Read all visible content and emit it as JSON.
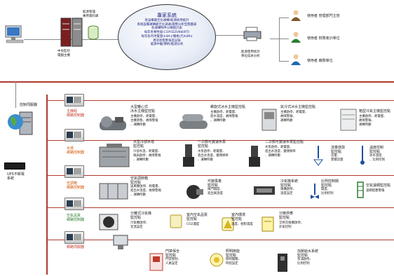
{
  "expert_system": {
    "title": "專家系統",
    "lines": [
      "各設備最佳化運轉/能源耗用統計",
      "系統設備運轉最佳化調運/趨勢分析型態圖表",
      "各運轉物件分類統計表",
      "每年各類性能(COP/EER/KW/RT)",
      "每年各月用電量(kWh)/價格(元/kWh)",
      "異常狀態警報及記錄",
      "能源中截/節約/能源分析"
    ]
  },
  "top": {
    "central_host": "中央監控\n電腦主機",
    "db_label": "能源管理\n專用資料庫",
    "energy_analysis": "能源使用統計\n單位成本分析",
    "users": [
      {
        "label": "使用者 管理部門主管",
        "color": "#7d5a2b"
      },
      {
        "label": "使用者 財務會計單位",
        "color": "#2e7d32"
      },
      {
        "label": "使用者 廠務單位",
        "color": "#1e6ab0"
      }
    ]
  },
  "left": {
    "control_server": "控制伺服器",
    "ups": "UPS不斷電\n系統"
  },
  "rows": [
    {
      "controller": "主機組\n網路控制器",
      "color": "red",
      "items": [
        {
          "title": "大型離心式\n冰水主機監控點",
          "desc": "主機啟停、耗電量、\n主機狀態、故障警報\n、運轉時數"
        },
        {
          "title": "螺旋式冰水主機監控點",
          "desc": "主機啟停、耗電量、\n進水溫度、故障警報\n、運轉時數"
        },
        {
          "title": "氣冷式冰水主機監控點",
          "desc": "主機啟停、耗電量、\n故障警報、\n運轉時數"
        },
        {
          "title": "箱型冷氣主機監控點",
          "desc": "主機啟停、耗電量、\n故障警報、\n運轉時數"
        }
      ]
    },
    {
      "controller": "水塔\n網路控制器",
      "color": "org",
      "items": [
        {
          "title": "大型冷卻水塔\n監控點",
          "desc": "冷卻水溫、耗電量、\n風扇啟停、故障警報\n、運轉時數"
        },
        {
          "title": "一次側可變速水泵\n監控點",
          "desc": "水泵啟停、耗電量、\n進出水溫度、變頻頻率\n、運轉時數"
        },
        {
          "title": "二次側可變速水泵監控點",
          "desc": "水泵啟停、耗電量、\n進出水溫度、變頻頻率\n、運轉時數"
        },
        {
          "title": "流量感測\n監控點",
          "desc": "流量、\n累積流量"
        },
        {
          "title": "溫度控制\n監控點",
          "desc": "冰水溫度\n、比例控制"
        }
      ]
    },
    {
      "controller": "空調箱\n網路控制器",
      "color": "org",
      "items": [
        {
          "title": "空氣調節箱\n監控點",
          "desc": "送風機啟停、耗電量、\n進出水溫度、故障警報\n、運轉時數"
        },
        {
          "title": "可變風量\n監控點",
          "desc": "風門開度、\n進出風溫度"
        },
        {
          "title": "冷氣機系統\n監控點",
          "desc": "風機啟停、\n溫度設定"
        },
        {
          "title": "比例控制閥\n監控點",
          "desc": "開度、\n比例控制"
        },
        {
          "title": "空氣濾網監控點",
          "desc": "濾網阻塞警報"
        }
      ]
    },
    {
      "controller": "空氣品質\n網路控制器",
      "color": "grn",
      "items": [
        {
          "title": "分離式冷氣機\n監控點",
          "desc": "冷氣機啟停、\n室溫設定"
        },
        {
          "title": "室內空氣品質\n監控點",
          "desc": "CO2濃度"
        },
        {
          "title": "室內環境\n監控點",
          "desc": "溫度、相對濕度"
        },
        {
          "title": "分散供應\n監控點",
          "desc": "全熱交換機啟停、\n外氣控制"
        }
      ]
    },
    {
      "controller": "網路伺服器",
      "color": "red",
      "items": [
        {
          "title": "門禁保全\n監控點",
          "desc": "門禁管制、\n人員設定"
        },
        {
          "title": "照明節能\n監控點",
          "desc": "照明開關、\n時程設定"
        },
        {
          "title": "加壓給水系統\n監控點",
          "desc": "泵浦啟停、\n比例控制"
        }
      ]
    }
  ]
}
